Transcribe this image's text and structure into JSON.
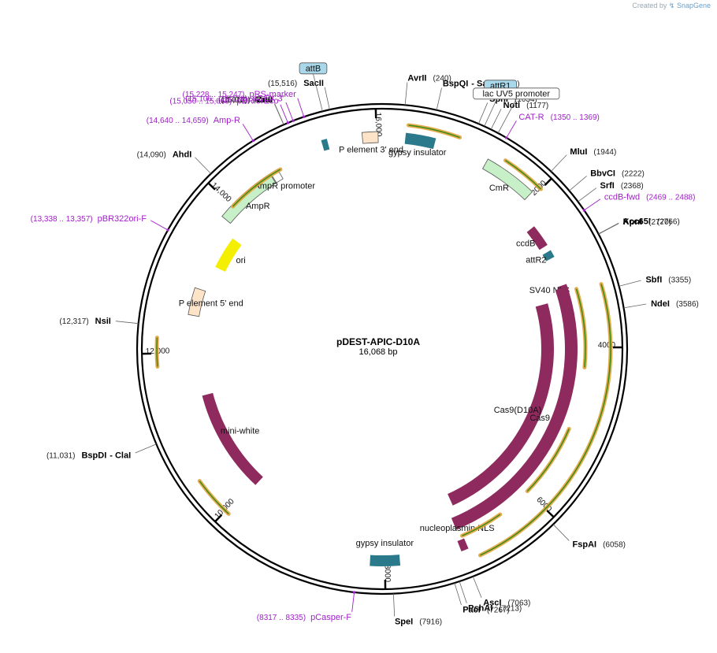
{
  "credit": {
    "prefix": "Created by",
    "brand": "SnapGene"
  },
  "plasmid": {
    "name": "pDEST-APIC-D10A",
    "length_label": "16,068 bp",
    "length": 16068
  },
  "colors": {
    "cds": "#8e2a5e",
    "insulator": "#2b7a8c",
    "marker": "#c8f0c8",
    "ori": "#f4ee00",
    "p_element": "#fde3c8",
    "primer": "#a020c8",
    "primer_fwd": "#e2a33a",
    "primer_inner": "#3a8a1a",
    "backbone": "#000000",
    "promoter": "#ffffff",
    "attB": "#a8d8ea"
  },
  "ticks": [
    {
      "label": "2000",
      "pos": 2000
    },
    {
      "label": "4000",
      "pos": 4000
    },
    {
      "label": "6000",
      "pos": 6000
    },
    {
      "label": "8000",
      "pos": 8000
    },
    {
      "label": "10,000",
      "pos": 10000
    },
    {
      "label": "12,000",
      "pos": 12000
    },
    {
      "label": "14,000",
      "pos": 14000
    },
    {
      "label": "16,000",
      "pos": 16000
    }
  ],
  "sites": [
    {
      "name": "SacII",
      "pos_label": "(15,516)",
      "pos": 15516
    },
    {
      "name": "AvrII",
      "pos_label": "(240)",
      "pos": 240
    },
    {
      "name": "BspQI",
      "name2": "- SapI",
      "pos_label": "(573)",
      "pos": 573
    },
    {
      "name": "SphI",
      "pos_label": "(1034)",
      "pos": 1034
    },
    {
      "name": "NotI",
      "pos_label": "(1177)",
      "pos": 1177
    },
    {
      "name": "MluI",
      "pos_label": "(1944)",
      "pos": 1944
    },
    {
      "name": "BbvCI",
      "pos_label": "(2222)",
      "pos": 2222
    },
    {
      "name": "SrfI",
      "pos_label": "(2368)",
      "pos": 2368
    },
    {
      "name": "Acc65I",
      "pos_label": "(2766)",
      "pos": 2766
    },
    {
      "name": "KpnI",
      "pos_label": "(2770)",
      "pos": 2770
    },
    {
      "name": "SbfI",
      "pos_label": "(3355)",
      "pos": 3355
    },
    {
      "name": "NdeI",
      "pos_label": "(3586)",
      "pos": 3586
    },
    {
      "name": "FspAI",
      "pos_label": "(6058)",
      "pos": 6058
    },
    {
      "name": "AscI",
      "pos_label": "(7063)",
      "pos": 7063
    },
    {
      "name": "PshAI",
      "pos_label": "(7213)",
      "pos": 7213
    },
    {
      "name": "PacI",
      "pos_label": "(7267)",
      "pos": 7267
    },
    {
      "name": "SpeI",
      "pos_label": "(7916)",
      "pos": 7916
    },
    {
      "name": "BspDI",
      "name2": "- ClaI",
      "pos_label": "(11,031)",
      "pos": 11031
    },
    {
      "name": "NsiI",
      "pos_label": "(12,317)",
      "pos": 12317
    },
    {
      "name": "AhdI",
      "pos_label": "(14,090)",
      "pos": 14090
    },
    {
      "name": "ZraI",
      "pos_label": "(15,010)",
      "pos": 15010
    },
    {
      "name": "AatII",
      "pos_label": "(15,012)",
      "pos": 15012
    }
  ],
  "primers": [
    {
      "name": "pRS-marker",
      "range": "(15,228 .. 15,247)",
      "pos": 15237
    },
    {
      "name": "pGEX 3'",
      "range": "(15,106 .. 15,128)",
      "pos": 15117
    },
    {
      "name": "pBRforEco",
      "range": "(15,050 .. 15,068)",
      "pos": 15059
    },
    {
      "name": "Amp-R",
      "range": "(14,640 .. 14,659)",
      "pos": 14650
    },
    {
      "name": "pBR322ori-F",
      "range": "(13,338 .. 13,357)",
      "pos": 13347
    },
    {
      "name": "CAT-R",
      "range": "(1350 .. 1369)",
      "pos": 1360
    },
    {
      "name": "ccdB-fwd",
      "range": "(2469 .. 2488)",
      "pos": 2478
    },
    {
      "name": "pCasper-F",
      "range": "(8317 .. 8335)",
      "pos": 8326
    }
  ],
  "boxed_labels": [
    {
      "name": "attB",
      "pos": 15440
    },
    {
      "name": "attR1",
      "pos": 1100
    },
    {
      "name": "lac UV5 promoter",
      "pos": 1260
    }
  ],
  "features": [
    {
      "name": "P element 3' end",
      "start": 15830,
      "end": 16020,
      "type": "p_element"
    },
    {
      "name": "gypsy insulator",
      "start": 280,
      "end": 640,
      "type": "insulator"
    },
    {
      "name": "CmR",
      "start": 1300,
      "end": 1950,
      "type": "marker"
    },
    {
      "name": "ccdB",
      "start": 2280,
      "end": 2580,
      "type": "cds"
    },
    {
      "name": "attR2",
      "start": 2660,
      "end": 2760,
      "type": "insulator"
    },
    {
      "name": "SV40 NLS",
      "start": 3150,
      "end": 3230,
      "type": "cds"
    },
    {
      "name": "Cas9(D10A)",
      "start": 3330,
      "end": 6950,
      "type": "cds"
    },
    {
      "name": "Cas9",
      "start": 3180,
      "end": 7040,
      "type": "cds"
    },
    {
      "name": "nucleoplasmin NLS",
      "start": 6990,
      "end": 7080,
      "type": "cds"
    },
    {
      "name": "gypsy insulator",
      "start": 7820,
      "end": 8180,
      "type": "insulator"
    },
    {
      "name": "mini-white",
      "start": 9950,
      "end": 11400,
      "type": "cds"
    },
    {
      "name": "P element 5' end",
      "start": 12500,
      "end": 12860,
      "type": "p_element"
    },
    {
      "name": "ori",
      "start": 13220,
      "end": 13680,
      "type": "ori"
    },
    {
      "name": "AmpR",
      "start": 13820,
      "end": 14610,
      "type": "marker"
    },
    {
      "name": "AmpR promoter",
      "start": 14620,
      "end": 14720,
      "type": "promoter"
    },
    {
      "name": "",
      "start": 15340,
      "end": 15410,
      "type": "insulator"
    }
  ]
}
